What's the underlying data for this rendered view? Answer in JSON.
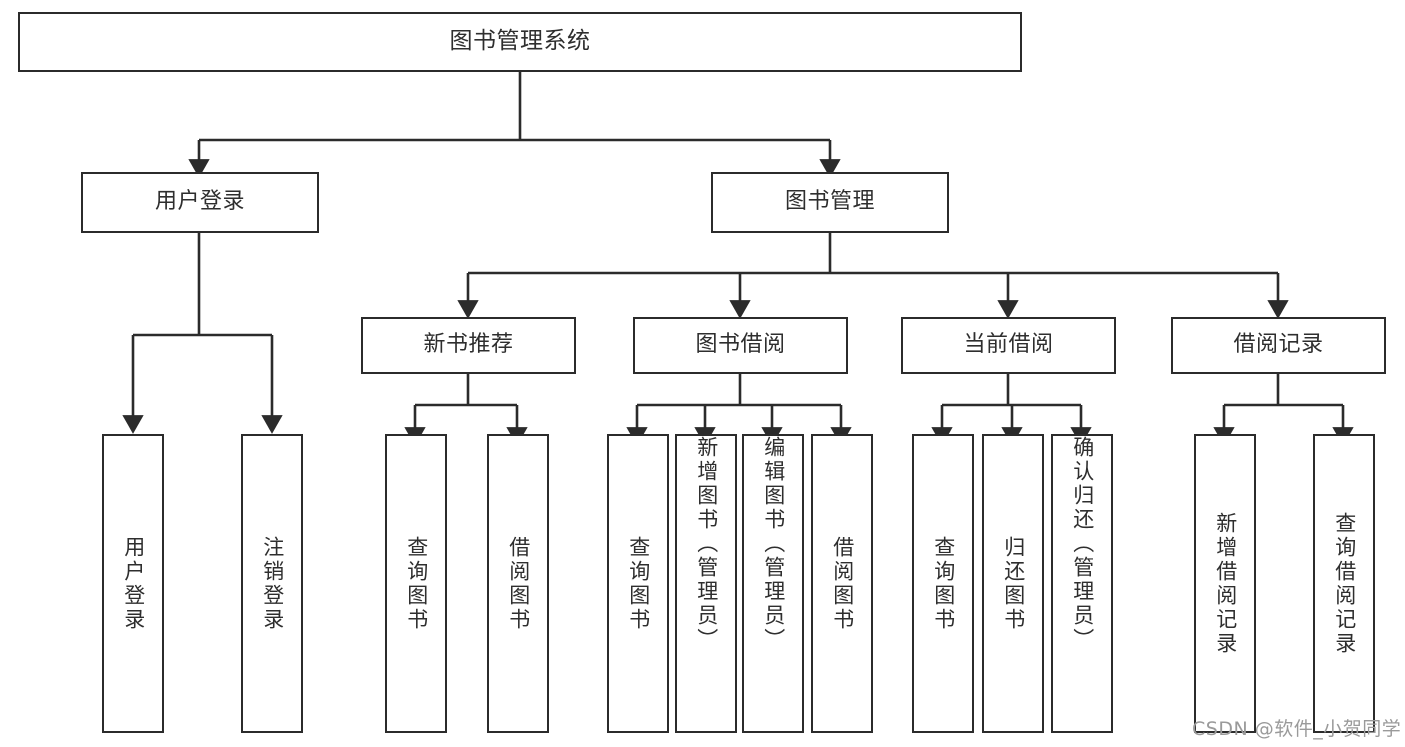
{
  "diagram": {
    "title": "图书管理系统",
    "type": "tree-hierarchy-chart",
    "root": {
      "label": "图书管理系统"
    },
    "level1": [
      {
        "label": "用户登录"
      },
      {
        "label": "图书管理"
      }
    ],
    "level2": [
      {
        "label": "新书推荐"
      },
      {
        "label": "图书借阅"
      },
      {
        "label": "当前借阅"
      },
      {
        "label": "借阅记录"
      }
    ],
    "leaves": {
      "user_login": [
        {
          "label": "用户登录"
        },
        {
          "label": "注销登录"
        }
      ],
      "new_book_recommend": [
        {
          "label": "查询图书"
        },
        {
          "label": "借阅图书"
        }
      ],
      "book_borrow": [
        {
          "label": "查询图书"
        },
        {
          "label": "新增图书（管理员）"
        },
        {
          "label": "编辑图书（管理员）"
        },
        {
          "label": "借阅图书"
        }
      ],
      "current_borrow": [
        {
          "label": "查询图书"
        },
        {
          "label": "归还图书"
        },
        {
          "label": "确认归还（管理员）"
        }
      ],
      "borrow_record": [
        {
          "label": "新增借阅记录"
        },
        {
          "label": "查询借阅记录"
        }
      ]
    }
  },
  "watermark": {
    "text": "CSDN @软件_小贺同学"
  },
  "colors": {
    "stroke": "#2b2b2b",
    "text": "#2e2e2e",
    "background": "#ffffff",
    "watermark": "#9a9a9a"
  }
}
